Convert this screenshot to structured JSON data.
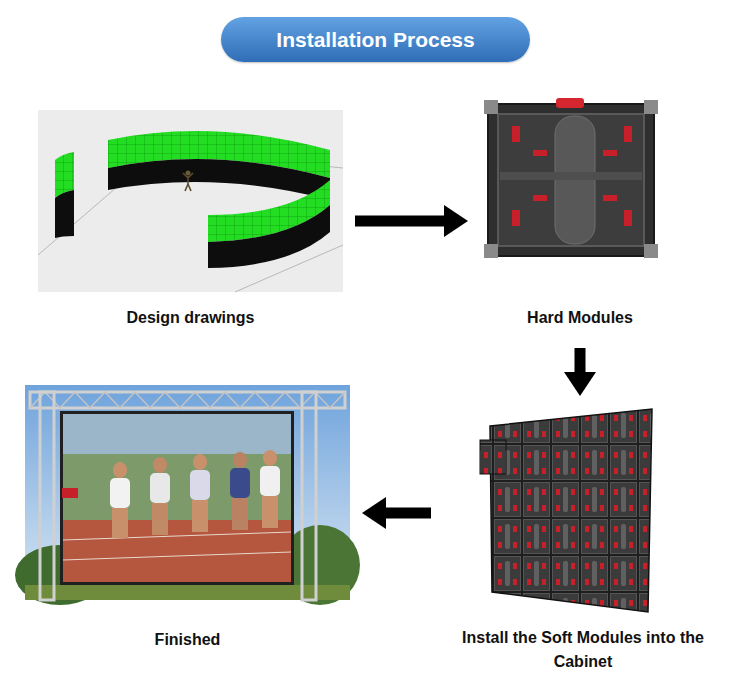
{
  "diagram": {
    "title": "Installation Process",
    "nodes": [
      {
        "text": [
          "Design drawings"
        ]
      },
      {
        "text": [
          "Hard Modules"
        ]
      },
      {
        "text": [
          "Install the Soft Modules into the Cabinet"
        ]
      },
      {
        "text": [
          "Finished"
        ]
      }
    ],
    "edges": [
      {
        "from": 0,
        "to": 1,
        "arrow": "to"
      },
      {
        "from": 1,
        "to": 2,
        "arrow": "to"
      },
      {
        "from": 2,
        "to": 3,
        "arrow": "to"
      }
    ]
  }
}
